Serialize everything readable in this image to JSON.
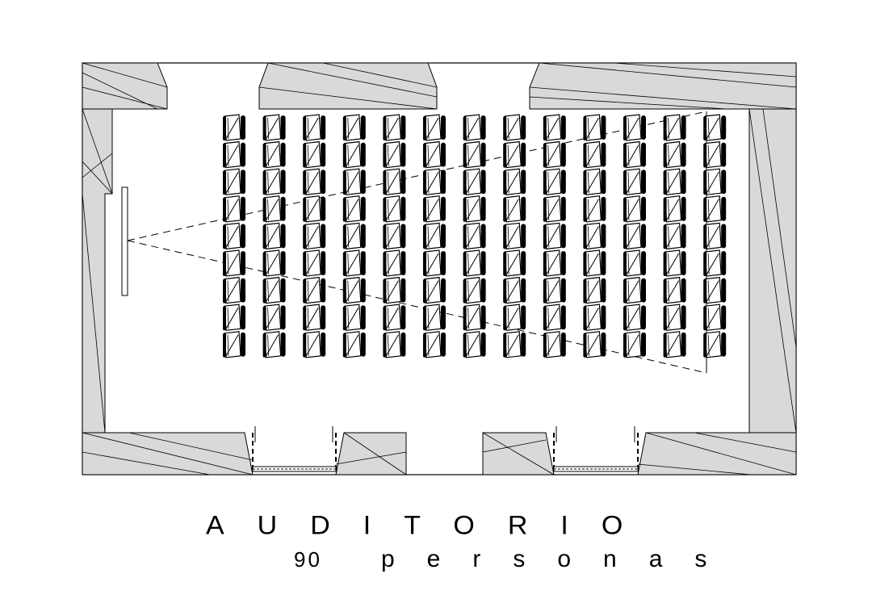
{
  "title": "AUDITORIO",
  "capacity": {
    "number": "90",
    "unit": "personas"
  },
  "seating": {
    "columns": 13,
    "rows": 9
  },
  "colors": {
    "wall_fill": "#d9d9d9",
    "line": "#000000",
    "background": "#ffffff"
  }
}
